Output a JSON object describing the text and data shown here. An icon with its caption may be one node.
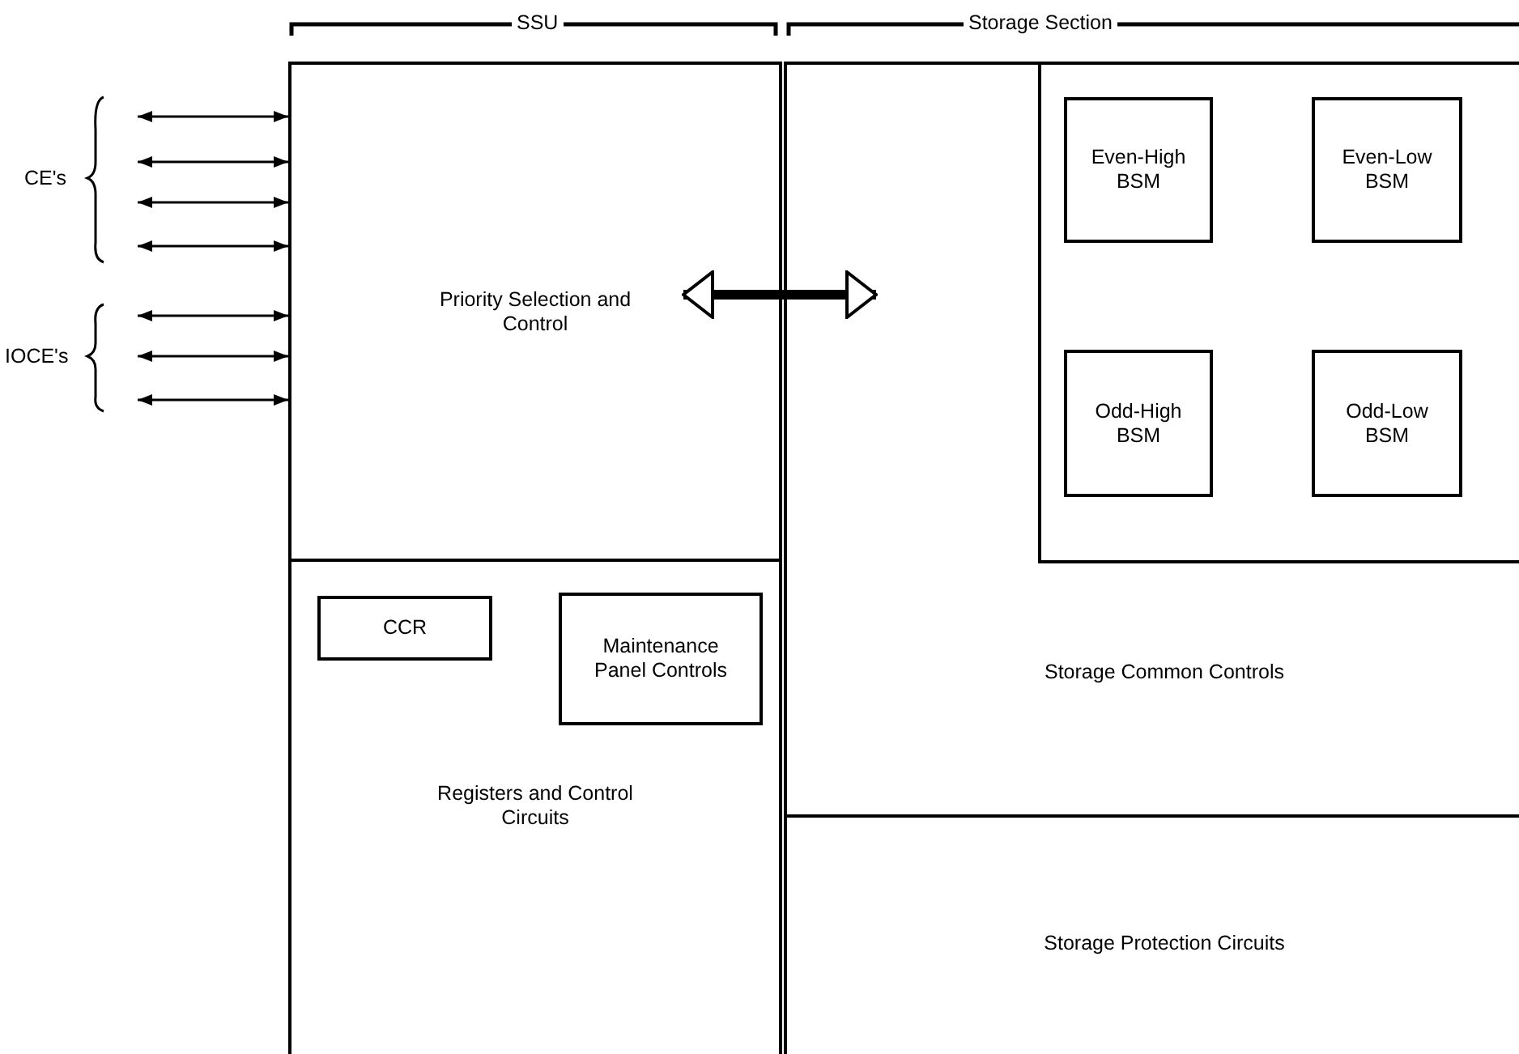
{
  "diagram": {
    "nodes": [
      {
        "text": [
          "Priority Selection and Control"
        ]
      },
      {
        "text": [
          "Registers and Control Circuits"
        ]
      },
      {
        "text": [
          "CCR"
        ],
        "in": 1
      },
      {
        "text": [
          "Maintenance Panel Controls"
        ],
        "in": 1
      },
      {
        "text": [
          "Storage Common Controls"
        ]
      },
      {
        "text": [],
        "shape": "box",
        "in": 4
      },
      {
        "text": [
          "Even-High BSM"
        ],
        "in": 5
      },
      {
        "text": [
          "Even-Low BSM"
        ],
        "in": 5
      },
      {
        "text": [
          "Odd-High BSM"
        ],
        "in": 5
      },
      {
        "text": [
          "Odd-Low BSM"
        ],
        "in": 5
      },
      {
        "text": [
          "Storage Protection Circuits"
        ]
      }
    ],
    "edges": [
      {
        "from": 0,
        "to": 4,
        "arrow": "both",
        "style": "thick"
      },
      {
        "from": null,
        "to": 0,
        "arrow": "both"
      },
      {
        "from": null,
        "to": 0,
        "arrow": "both"
      },
      {
        "from": null,
        "to": 0,
        "arrow": "both"
      },
      {
        "from": null,
        "to": 0,
        "arrow": "both"
      },
      {
        "from": null,
        "to": 0,
        "arrow": "both"
      },
      {
        "from": null,
        "to": 0,
        "arrow": "both"
      },
      {
        "from": null,
        "to": 0,
        "arrow": "both"
      }
    ],
    "labels": [
      "SSU",
      "Storage Section",
      "CE's",
      "IOCE's"
    ]
  }
}
